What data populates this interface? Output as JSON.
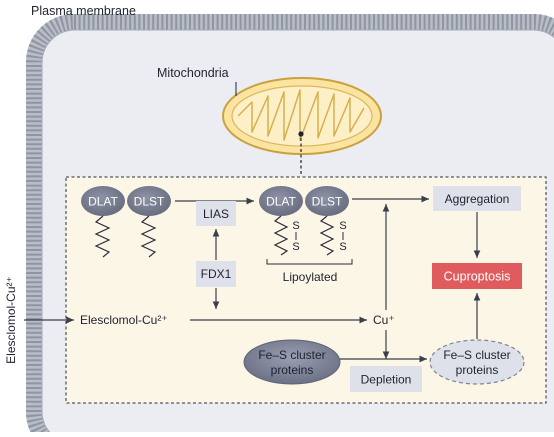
{
  "labels": {
    "plasma_membrane": "Plasma membrane",
    "mitochondria": "Mitochondria",
    "elesclomol_outside": "Elesclomol-Cu²⁺",
    "elesclomol_inside": "Elesclomol-Cu²⁺",
    "cu_plus": "Cu⁺",
    "lipoylated": "Lipoylated",
    "aggregation": "Aggregation",
    "cuproptosis": "Cuproptosis",
    "depletion": "Depletion",
    "lias": "LIAS",
    "fdx1": "FDX1",
    "s": "S"
  },
  "proteins": {
    "dlat": "DLAT",
    "dlst": "DLST",
    "fes_line1": "Fe–S cluster",
    "fes_line2": "proteins"
  },
  "colors": {
    "membrane": "#a7acb8",
    "cell_bg": "#ecedf2",
    "mito_fill": "#fbe4a2",
    "mito_stroke": "#c9a23e",
    "matrix_bg": "#fcf6e6",
    "protein_ellipse": "#7d8295",
    "protein_box": "#dfe1ea",
    "cuproptosis": "#df5b5d",
    "arrow": "#3b3f4c"
  }
}
